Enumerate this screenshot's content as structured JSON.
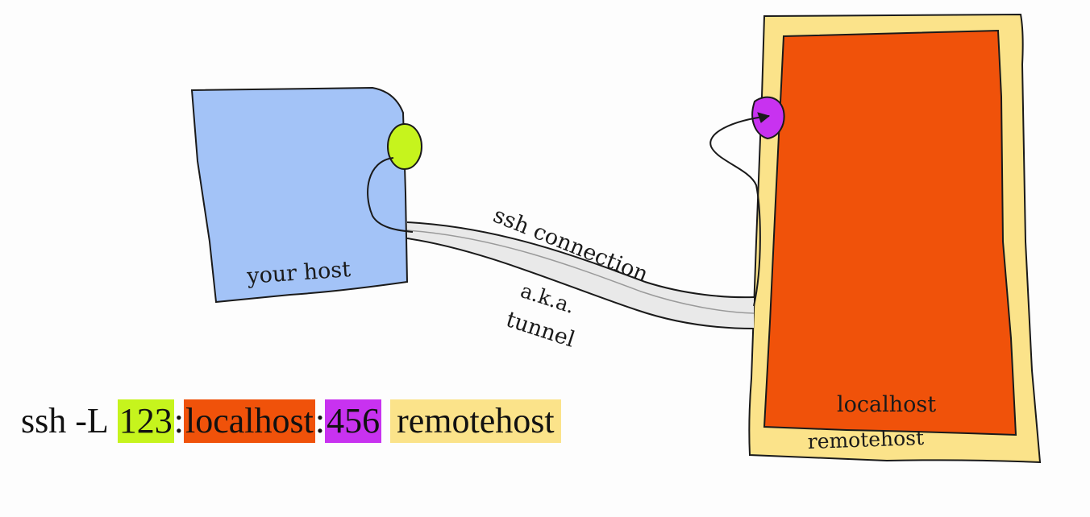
{
  "labels": {
    "your_host": "your host",
    "ssh_connection": "ssh connection",
    "aka": "a.k.a.",
    "tunnel": "tunnel",
    "localhost": "localhost",
    "remotehost": "remotehost"
  },
  "command": {
    "prefix": "ssh -L",
    "local_port": "123",
    "sep1": ":",
    "dest_host": "localhost",
    "sep2": ":",
    "remote_port": "456",
    "remote_host": "remotehost"
  },
  "colors": {
    "your_host_box": "#a3c3f7",
    "local_port": "#c6f41d",
    "inner_localhost": "#f0520a",
    "remote_port": "#c832f0",
    "remotehost_box": "#fbe38a"
  }
}
